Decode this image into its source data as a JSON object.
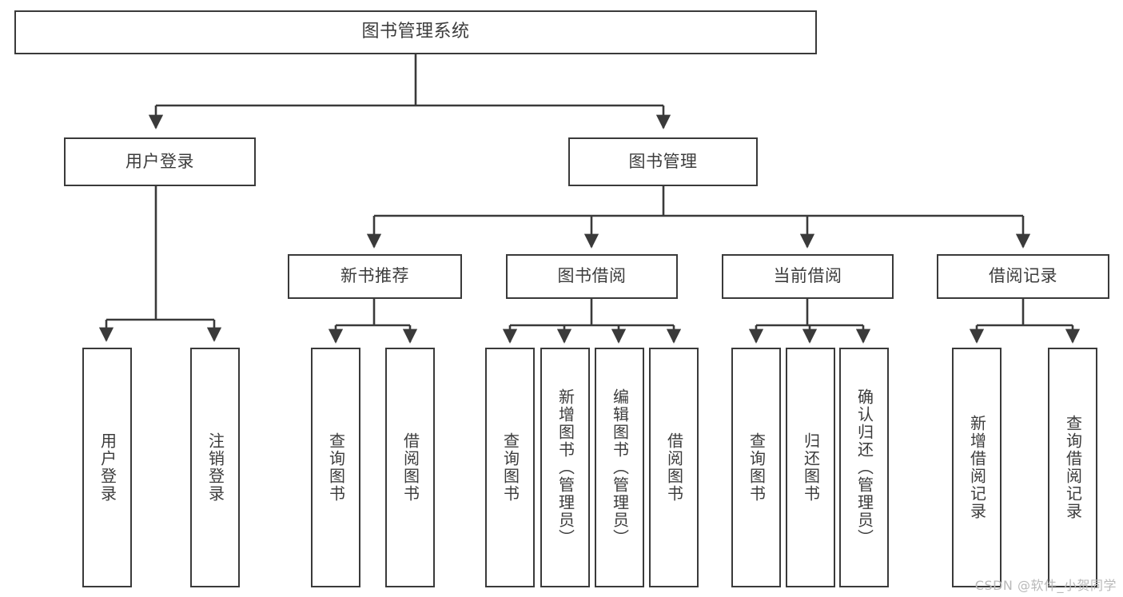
{
  "diagram": {
    "title": "图书管理系统",
    "type": "tree",
    "line_color": "#3a3a3a",
    "text_color": "#3c3c3c",
    "background": "#ffffff",
    "nodes": {
      "root": {
        "label": "图书管理系统"
      },
      "level2": [
        {
          "id": "user-login",
          "label": "用户登录"
        },
        {
          "id": "book-manage",
          "label": "图书管理"
        }
      ],
      "level3": [
        {
          "id": "new-book-recommend",
          "label": "新书推荐"
        },
        {
          "id": "book-borrow",
          "label": "图书借阅"
        },
        {
          "id": "current-borrow",
          "label": "当前借阅"
        },
        {
          "id": "borrow-record",
          "label": "借阅记录"
        }
      ],
      "leaves": {
        "user-login": [
          {
            "id": "leaf-user-login",
            "label": "用户登录"
          },
          {
            "id": "leaf-logout-login",
            "label": "注销登录"
          }
        ],
        "new-book-recommend": [
          {
            "id": "leaf-query-book-1",
            "label": "查询图书"
          },
          {
            "id": "leaf-borrow-book-1",
            "label": "借阅图书"
          }
        ],
        "book-borrow": [
          {
            "id": "leaf-query-book-2",
            "label": "查询图书"
          },
          {
            "id": "leaf-add-book",
            "label": "新增图书（管理员）"
          },
          {
            "id": "leaf-edit-book",
            "label": "编辑图书（管理员）"
          },
          {
            "id": "leaf-borrow-book-2",
            "label": "借阅图书"
          }
        ],
        "current-borrow": [
          {
            "id": "leaf-query-book-3",
            "label": "查询图书"
          },
          {
            "id": "leaf-return-book",
            "label": "归还图书"
          },
          {
            "id": "leaf-confirm-return",
            "label": "确认归还（管理员）"
          }
        ],
        "borrow-record": [
          {
            "id": "leaf-add-record",
            "label": "新增借阅记录"
          },
          {
            "id": "leaf-query-record",
            "label": "查询借阅记录"
          }
        ]
      }
    }
  },
  "watermark": {
    "text": "CSDN @软件_小贺同学"
  }
}
